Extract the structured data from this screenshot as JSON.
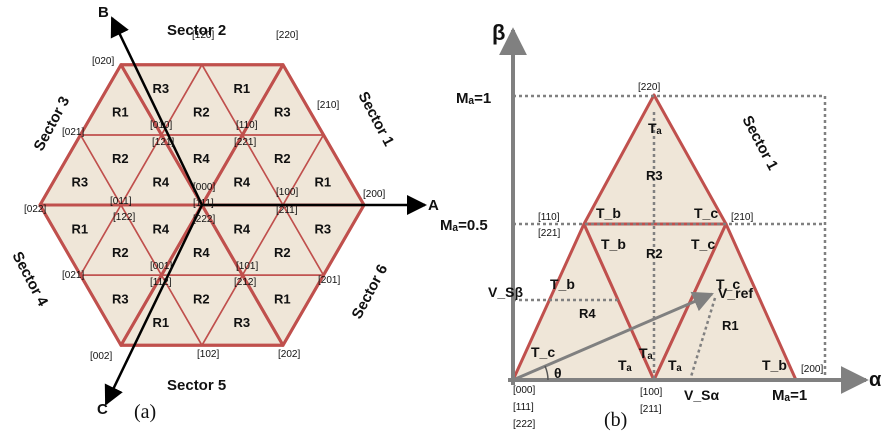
{
  "colors": {
    "fill": "#efe6d8",
    "edge": "#c0504d",
    "axis": "#808080",
    "guide": "#808080",
    "ink": "#111111"
  },
  "hexagon": {
    "caption": "(a)",
    "axes": {
      "a": "A",
      "b": "B",
      "c": "C"
    },
    "sectors": [
      "Sector 1",
      "Sector 2",
      "Sector 3",
      "Sector 4",
      "Sector 5",
      "Sector 6"
    ],
    "vectors": {
      "v200": "[200]",
      "v210": "[210]",
      "v220": "[220]",
      "v120": "[120]",
      "v020": "[020]",
      "v021a": "[021]",
      "v022": "[022]",
      "v021b": "[021]",
      "v002": "[002]",
      "v102": "[102]",
      "v202": "[202]",
      "v201": "[201]",
      "v010": "[010]",
      "v121": "[121]",
      "v110": "[110]",
      "v221": "[221]",
      "v011": "[011]",
      "v122": "[122]",
      "v100": "[100]",
      "v211": "[211]",
      "v001": "[001]",
      "v112": "[112]",
      "v101": "[101]",
      "v212": "[212]",
      "v000": "[000]",
      "v111": "[111]",
      "v222": "[222]"
    },
    "regions": {
      "r1": "R1",
      "r2": "R2",
      "r3": "R3",
      "r4": "R4"
    }
  },
  "triangle": {
    "caption": "(b)",
    "axis_beta": "β",
    "axis_alpha": "α",
    "sector": "Sector 1",
    "ma1": "Mₐ=1",
    "ma05": "Mₐ=0.5",
    "ma1x": "Mₐ=1",
    "v220": "[220]",
    "v110": "[110]",
    "v221": "[221]",
    "v210": "[210]",
    "v200": "[200]",
    "v000": "[000]",
    "v111": "[111]",
    "v222": "[222]",
    "v100": "[100]",
    "v211": "[211]",
    "r1": "R1",
    "r2": "R2",
    "r3": "R3",
    "r4": "R4",
    "ta": "Tₐ",
    "tb": "T_b",
    "tc": "T_c",
    "vref": "V_ref",
    "vsb": "V_Sβ",
    "vsa": "V_Sα",
    "theta": "θ"
  }
}
